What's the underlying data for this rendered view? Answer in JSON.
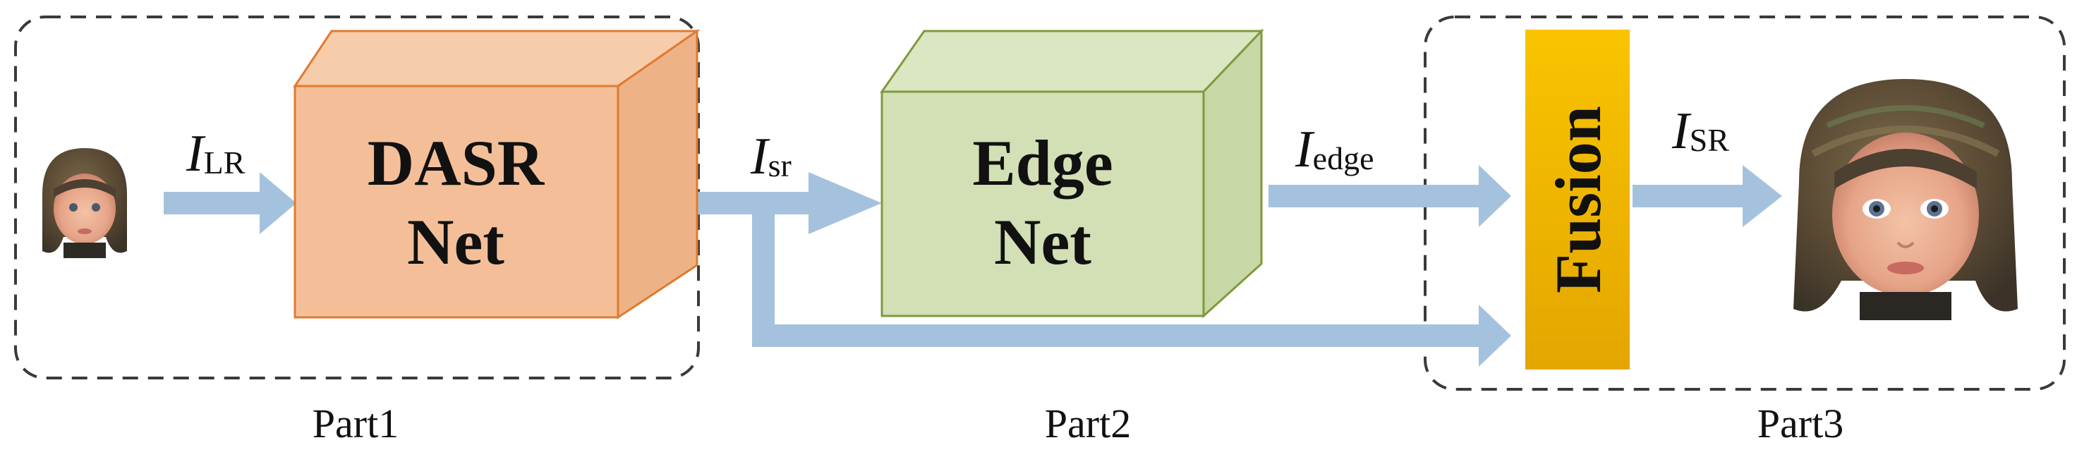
{
  "parts": [
    {
      "label": "Part1"
    },
    {
      "label": "Part2"
    },
    {
      "label": "Part3"
    }
  ],
  "blocks": {
    "dasr": {
      "line1": "DASR",
      "line2": "Net",
      "color": "#f4bf98",
      "stroke": "#e07a30"
    },
    "edge": {
      "line1": "Edge",
      "line2": "Net",
      "color": "#d3dfb5",
      "stroke": "#7f9a3d"
    },
    "fusion": {
      "label": "Fusion",
      "color_top": "#f9c400",
      "color_bottom": "#e3a600"
    }
  },
  "signals": {
    "lr": {
      "symbol": "I",
      "sub": "LR"
    },
    "sr_small": {
      "symbol": "I",
      "sub": "sr"
    },
    "edge": {
      "symbol": "I",
      "sub": "edge"
    },
    "sr_final": {
      "symbol": "I",
      "sub": "SR"
    }
  },
  "colors": {
    "arrow": "#a4c2dd",
    "dashed": "#3a3a3a"
  },
  "images": {
    "input": "low-resolution-face-image",
    "output": "super-resolved-face-image"
  }
}
